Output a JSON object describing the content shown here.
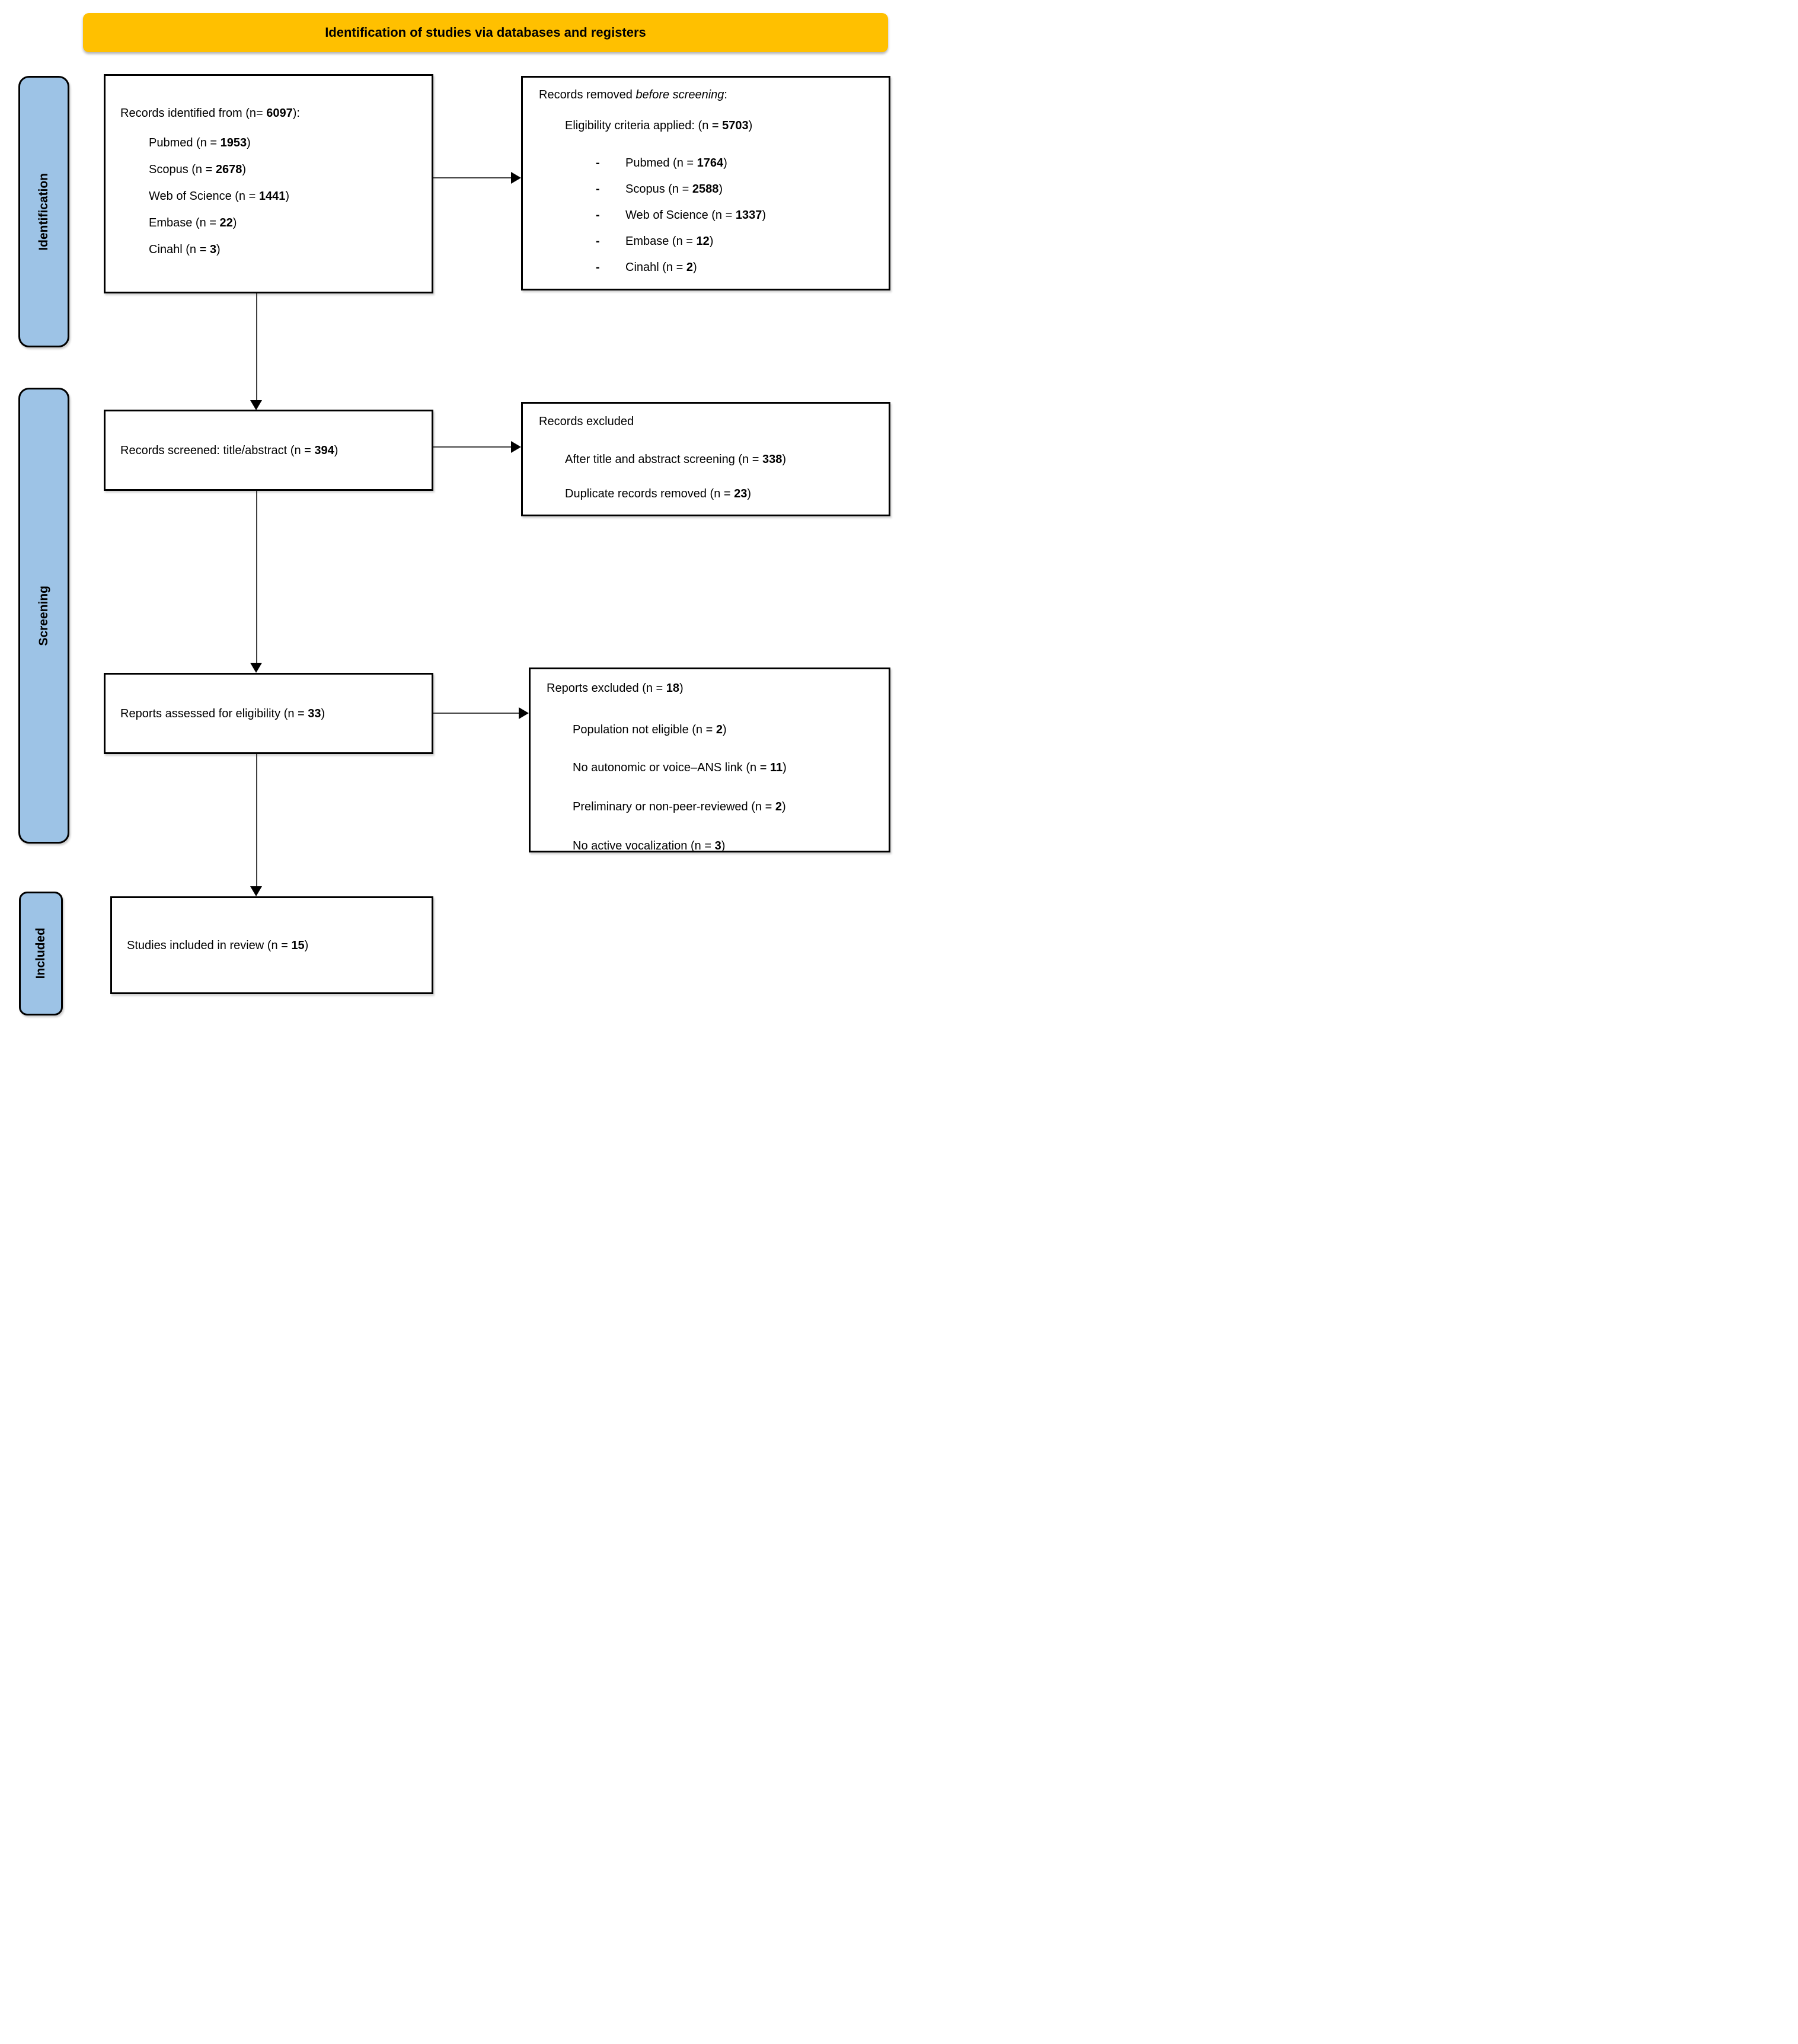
{
  "banner": {
    "title": "Identification of studies via databases and registers"
  },
  "sidebars": {
    "identification": {
      "label": "Identification"
    },
    "screening": {
      "label": "Screening"
    },
    "included": {
      "label": "Included"
    }
  },
  "colors": {
    "banner_bg": "#FFC000",
    "sidebar_bg": "#9DC3E6",
    "border_color": "#000000",
    "line_color": "#3F3F3F",
    "box_bg": "#FFFFFF"
  },
  "boxes": {
    "records_identified": {
      "title": [
        {
          "t": "Records identified from (n= "
        },
        {
          "t": "6097",
          "b": 1
        },
        {
          "t": "):"
        }
      ],
      "items": [
        [
          {
            "t": "Pubmed (n = "
          },
          {
            "t": "1953",
            "b": 1
          },
          {
            "t": ")"
          }
        ],
        [
          {
            "t": "Scopus (n = "
          },
          {
            "t": "2678",
            "b": 1
          },
          {
            "t": ")"
          }
        ],
        [
          {
            "t": "Web of Science (n = "
          },
          {
            "t": "1441",
            "b": 1
          },
          {
            "t": ")"
          }
        ],
        [
          {
            "t": "Embase (n = "
          },
          {
            "t": "22",
            "b": 1
          },
          {
            "t": ")"
          }
        ],
        [
          {
            "t": "Cinahl (n = "
          },
          {
            "t": "3",
            "b": 1
          },
          {
            "t": ")"
          }
        ]
      ]
    },
    "records_removed": {
      "title": [
        {
          "t": "Records removed "
        },
        {
          "t": "before screening",
          "i": 1
        },
        {
          "t": ":"
        }
      ],
      "subtitle": [
        {
          "t": "Eligibility criteria applied: (n = "
        },
        {
          "t": "5703",
          "b": 1
        },
        {
          "t": ")"
        }
      ],
      "bullet_marker": "-",
      "items": [
        [
          {
            "t": "Pubmed (n = "
          },
          {
            "t": "1764",
            "b": 1
          },
          {
            "t": ")"
          }
        ],
        [
          {
            "t": "Scopus (n = "
          },
          {
            "t": "2588",
            "b": 1
          },
          {
            "t": ")"
          }
        ],
        [
          {
            "t": "Web of Science (n = "
          },
          {
            "t": "1337",
            "b": 1
          },
          {
            "t": ")"
          }
        ],
        [
          {
            "t": "Embase (n = "
          },
          {
            "t": "12",
            "b": 1
          },
          {
            "t": ")"
          }
        ],
        [
          {
            "t": "Cinahl (n = "
          },
          {
            "t": "2",
            "b": 1
          },
          {
            "t": ")"
          }
        ]
      ]
    },
    "records_screened": {
      "title": [
        {
          "t": "Records screened: title/abstract (n = "
        },
        {
          "t": "394",
          "b": 1
        },
        {
          "t": ")"
        }
      ]
    },
    "records_excluded": {
      "title": [
        {
          "t": "Records excluded"
        }
      ],
      "items": [
        [
          {
            "t": "After title and abstract screening (n = "
          },
          {
            "t": "338",
            "b": 1
          },
          {
            "t": ")"
          }
        ],
        [
          {
            "t": "Duplicate records removed (n = "
          },
          {
            "t": "23",
            "b": 1
          },
          {
            "t": ")"
          }
        ]
      ]
    },
    "reports_assessed": {
      "title": [
        {
          "t": "Reports assessed for eligibility (n = "
        },
        {
          "t": "33",
          "b": 1
        },
        {
          "t": ")"
        }
      ]
    },
    "reports_excluded": {
      "title": [
        {
          "t": "Reports excluded (n = "
        },
        {
          "t": "18",
          "b": 1
        },
        {
          "t": ")"
        }
      ],
      "items": [
        [
          {
            "t": "Population not eligible (n = "
          },
          {
            "t": "2",
            "b": 1
          },
          {
            "t": ")"
          }
        ],
        [
          {
            "t": "No autonomic or voice–ANS link (n = "
          },
          {
            "t": "11",
            "b": 1
          },
          {
            "t": ")"
          }
        ],
        [
          {
            "t": "Preliminary or non-peer-reviewed (n = "
          },
          {
            "t": "2",
            "b": 1
          },
          {
            "t": ")"
          }
        ],
        [
          {
            "t": "No active vocalization (n = "
          },
          {
            "t": "3",
            "b": 1
          },
          {
            "t": ")"
          }
        ]
      ]
    },
    "studies_included": {
      "title": [
        {
          "t": "Studies included in review (n = "
        },
        {
          "t": "15",
          "b": 1
        },
        {
          "t": ")"
        }
      ]
    }
  }
}
